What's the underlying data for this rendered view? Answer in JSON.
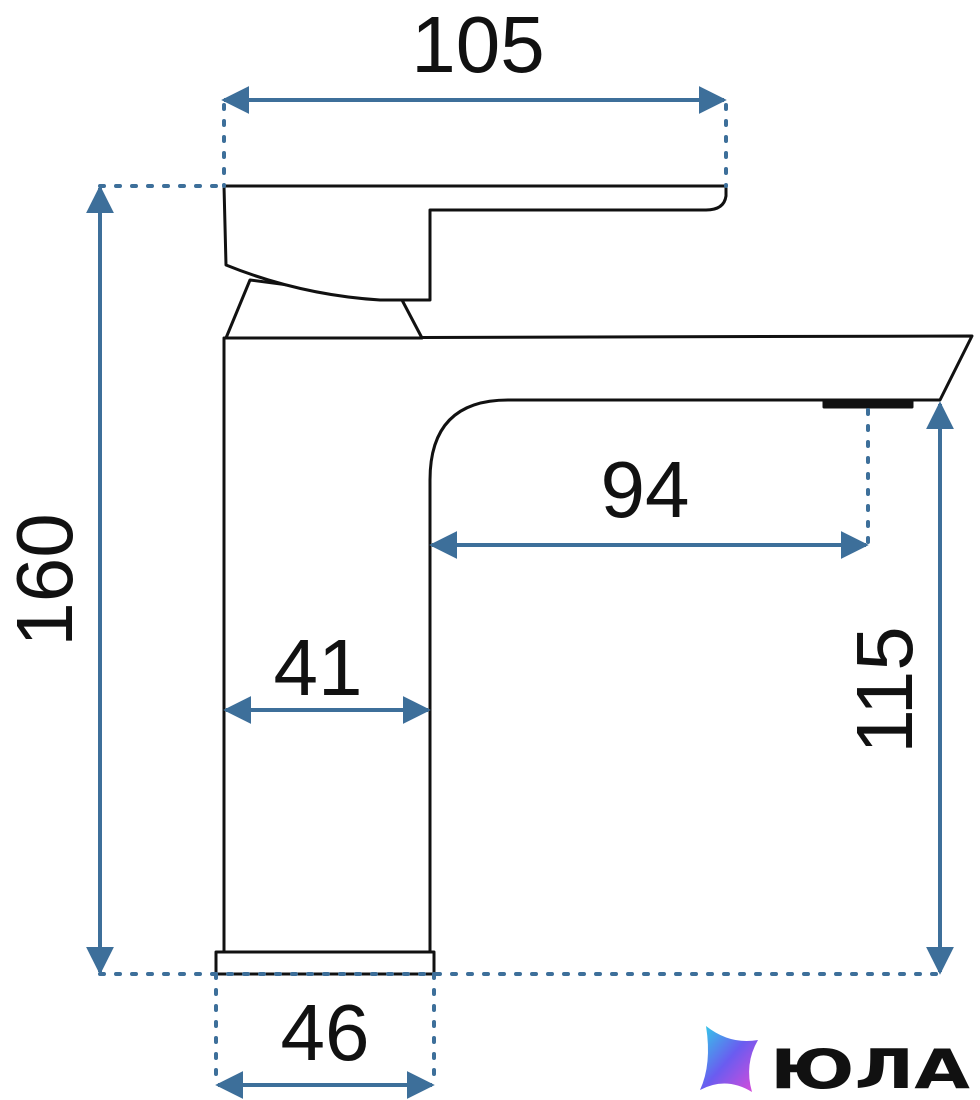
{
  "dimensions": {
    "overall_width": "105",
    "total_height": "160",
    "spout_reach": "94",
    "body_width": "41",
    "spout_height": "115",
    "base_width": "46"
  },
  "colors": {
    "outline": "#111111",
    "dimension_line": "#3d6f9a",
    "dotted_guide": "#3d6f9a"
  },
  "logo": {
    "text": "ЮЛА",
    "icon": "star-gradient-icon"
  }
}
